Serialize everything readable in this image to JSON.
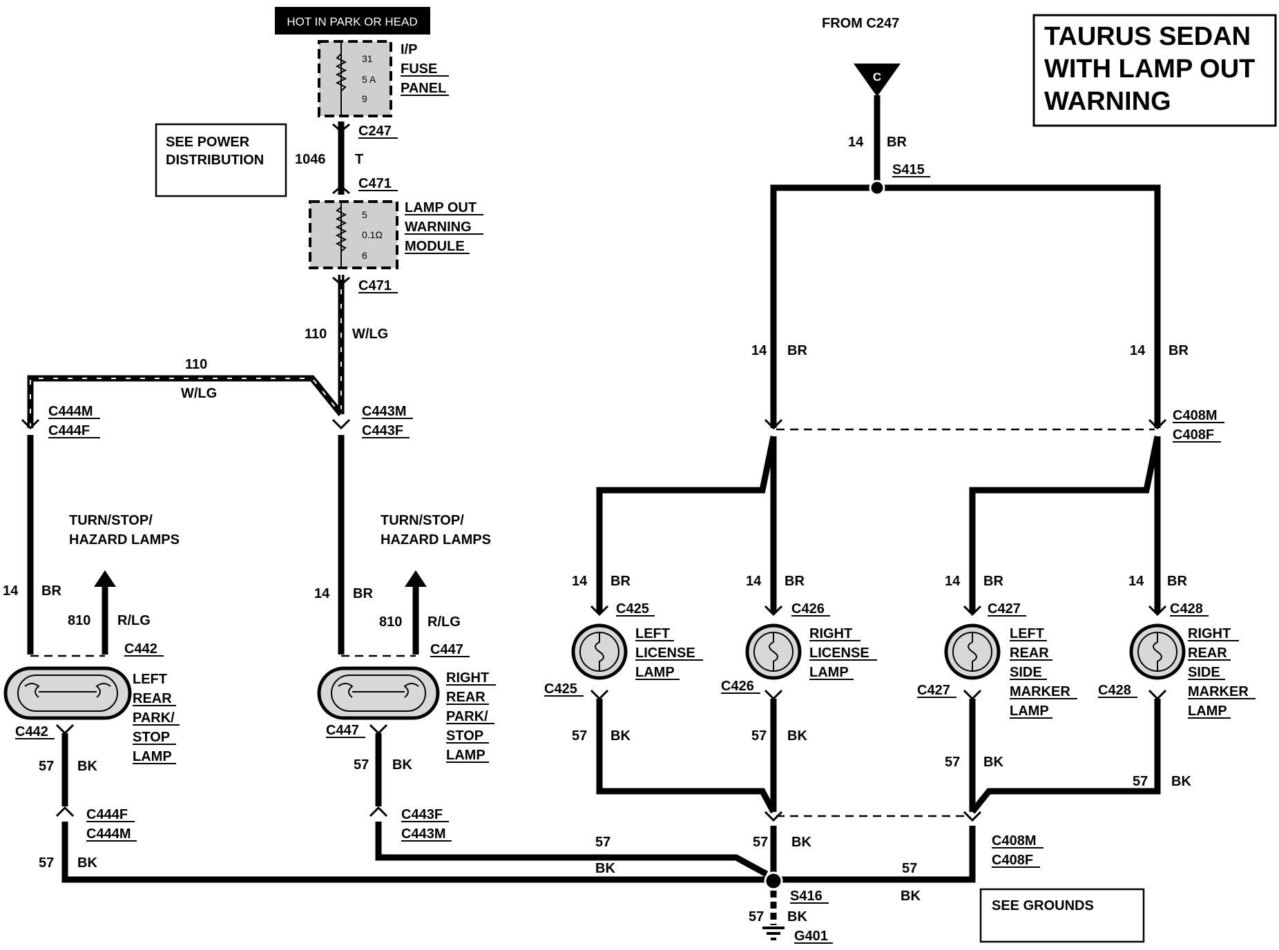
{
  "title_lines": [
    "TAURUS SEDAN",
    "WITH  LAMP OUT",
    "WARNING"
  ],
  "hot_label": "HOT IN PARK OR HEAD",
  "fuse": {
    "number": "31",
    "rating": "5 A",
    "pin": "9",
    "label_lines": [
      "I/P",
      "FUSE",
      "PANEL"
    ]
  },
  "see_power_lines": [
    "SEE POWER",
    "DISTRIBUTION"
  ],
  "module": {
    "pin_top": "5",
    "resistance": "0.1Ω",
    "pin_bottom": "6",
    "label_lines": [
      "LAMP OUT",
      "WARNING",
      "MODULE"
    ]
  },
  "from_c247": "FROM C247",
  "connector_c": "C",
  "splices": {
    "s415": "S415",
    "s416": "S416"
  },
  "ground": {
    "id": "G401",
    "see_grounds": "SEE GROUNDS"
  },
  "connectors": {
    "c247": "C247",
    "c471": "C471",
    "c444": [
      "C444M",
      "C444F"
    ],
    "c443": [
      "C443M",
      "C443F"
    ],
    "c444_lower": [
      "C444F",
      "C444M"
    ],
    "c443_lower": [
      "C443F",
      "C443M"
    ],
    "c408": [
      "C408M",
      "C408F"
    ],
    "c442": "C442",
    "c447": "C447",
    "c425": "C425",
    "c426": "C426",
    "c427": "C427",
    "c428": "C428"
  },
  "wires": {
    "t_gauge": "1046",
    "t_color": "T",
    "wlg_gauge": "110",
    "wlg_color": "W/LG",
    "br_gauge": "14",
    "br_color": "BR",
    "rlg_gauge": "810",
    "rlg_color": "R/LG",
    "bk_gauge": "57",
    "bk_color": "BK"
  },
  "groups": {
    "turn_stop_hazard": [
      "TURN/STOP/",
      "HAZARD LAMPS"
    ]
  },
  "lamps": {
    "left_park": [
      "LEFT",
      "REAR",
      "PARK/",
      "STOP",
      "LAMP"
    ],
    "right_park": [
      "RIGHT",
      "REAR",
      "PARK/",
      "STOP",
      "LAMP"
    ],
    "left_license": [
      "LEFT",
      "LICENSE",
      "LAMP"
    ],
    "right_license": [
      "RIGHT",
      "LICENSE",
      "LAMP"
    ],
    "left_marker": [
      "LEFT",
      "REAR",
      "SIDE",
      "MARKER",
      "LAMP"
    ],
    "right_marker": [
      "RIGHT",
      "REAR",
      "SIDE",
      "MARKER",
      "LAMP"
    ]
  }
}
